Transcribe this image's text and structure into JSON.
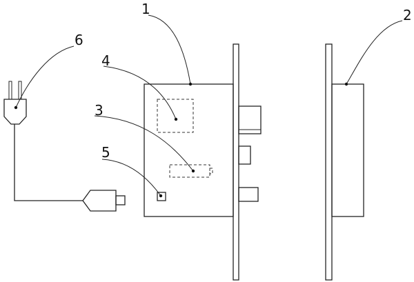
{
  "labels": {
    "n1": "1",
    "n2": "2",
    "n3": "3",
    "n4": "4",
    "n5": "5",
    "n6": "6"
  },
  "colors": {
    "line": "#222222",
    "background": "#ffffff"
  }
}
